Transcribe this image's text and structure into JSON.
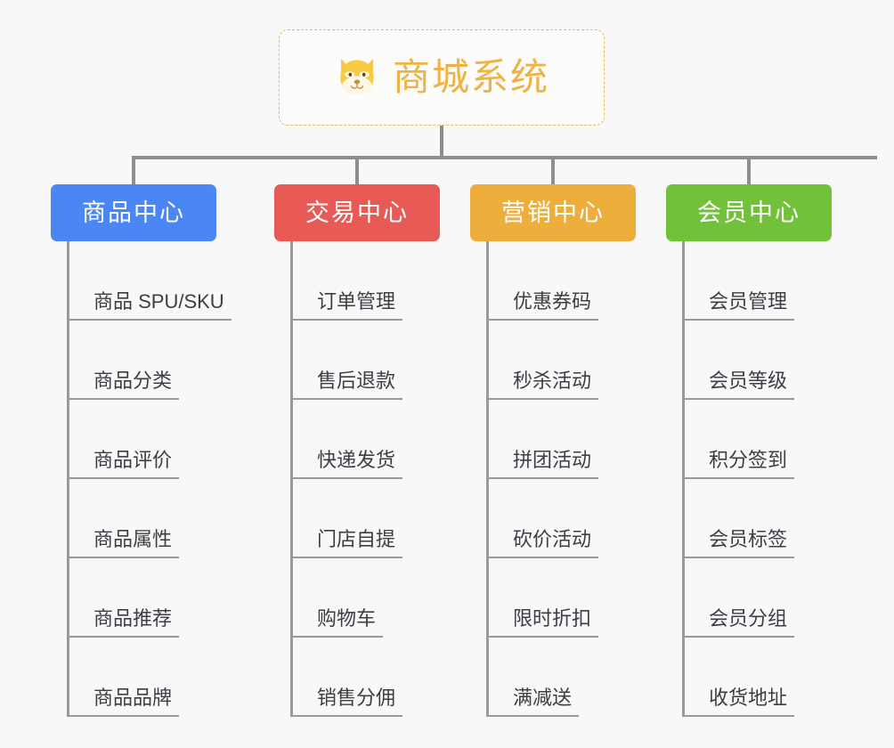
{
  "theme": {
    "background": "#f8f8f8",
    "connector_color": "#8e8e8e",
    "leaf_text_color": "#3b3f45",
    "leaf_line_color": "#9a9a9a"
  },
  "root": {
    "title": "商城系统",
    "icon": "dog-face-icon",
    "border_color": "#e8b860",
    "text_color": "#eeb245"
  },
  "categories": [
    {
      "label": "商品中心",
      "color": "#4a87f5",
      "items": [
        "商品 SPU/SKU",
        "商品分类",
        "商品评价",
        "商品属性",
        "商品推荐",
        "商品品牌"
      ]
    },
    {
      "label": "交易中心",
      "color": "#e85a56",
      "items": [
        "订单管理",
        "售后退款",
        "快递发货",
        "门店自提",
        "购物车",
        "销售分佣"
      ]
    },
    {
      "label": "营销中心",
      "color": "#eeae3c",
      "items": [
        "优惠券码",
        "秒杀活动",
        "拼团活动",
        "砍价活动",
        "限时折扣",
        "满减送"
      ]
    },
    {
      "label": "会员中心",
      "color": "#72c13b",
      "items": [
        "会员管理",
        "会员等级",
        "积分签到",
        "会员标签",
        "会员分组",
        "收货地址"
      ]
    }
  ]
}
